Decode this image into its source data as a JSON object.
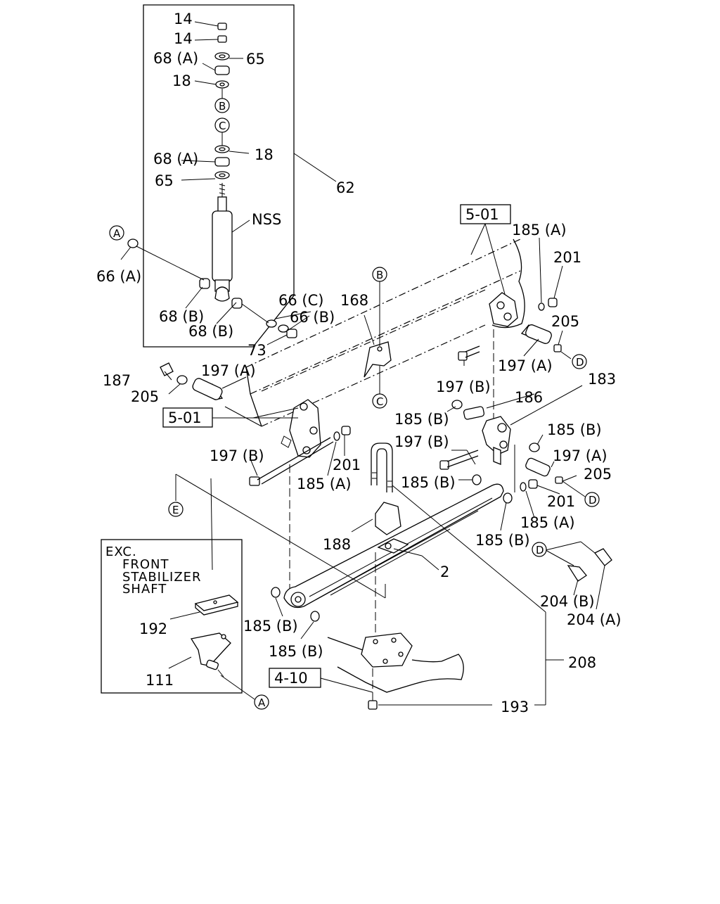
{
  "diagram": {
    "labels": {
      "l14a": "14",
      "l14b": "14",
      "l68a1": "68 (A)",
      "l65a": "65",
      "l18a": "18",
      "l68a2": "68 (A)",
      "l18b": "18",
      "l65b": "65",
      "l62": "62",
      "lnss": "NSS",
      "l66a": "66 (A)",
      "l68b1": "68 (B)",
      "l68b2": "68 (B)",
      "l66c": "66 (C)",
      "l66b": "66 (B)",
      "l73": "73",
      "l168": "168",
      "l185a1": "185 (A)",
      "l201a": "201",
      "l205a": "205",
      "l197a1": "197 (A)",
      "l197b1": "197 (B)",
      "l186": "186",
      "l183": "183",
      "l185b1": "185 (B)",
      "l185b2": "185 (B)",
      "l197b2": "197 (B)",
      "l197a2": "197 (A)",
      "l205b": "205",
      "l185b3": "185 (B)",
      "l201b": "201",
      "l185a2": "185 (A)",
      "l185b4": "185 (B)",
      "l204b": "204 (B)",
      "l204a": "204 (A)",
      "l208": "208",
      "l193": "193",
      "l187": "187",
      "l197a3": "197 (A)",
      "l205c": "205",
      "l197b3": "197 (B)",
      "l201c": "201",
      "l185a3": "185 (A)",
      "l188": "188",
      "l2": "2",
      "l185b5": "185 (B)",
      "l185b6": "185 (B)",
      "l192": "192",
      "l111": "111"
    },
    "ref_boxes": {
      "ref1": "5-01",
      "ref2": "5-01",
      "ref3": "4-10"
    },
    "callouts": {
      "cA1": "A",
      "cA2": "A",
      "cB1": "B",
      "cB2": "B",
      "cC1": "C",
      "cC2": "C",
      "cD1": "D",
      "cD2": "D",
      "cD3": "D",
      "cE": "E"
    },
    "note": {
      "line1": "EXC.",
      "line2": "FRONT",
      "line3": "STABILIZER",
      "line4": "SHAFT"
    }
  }
}
